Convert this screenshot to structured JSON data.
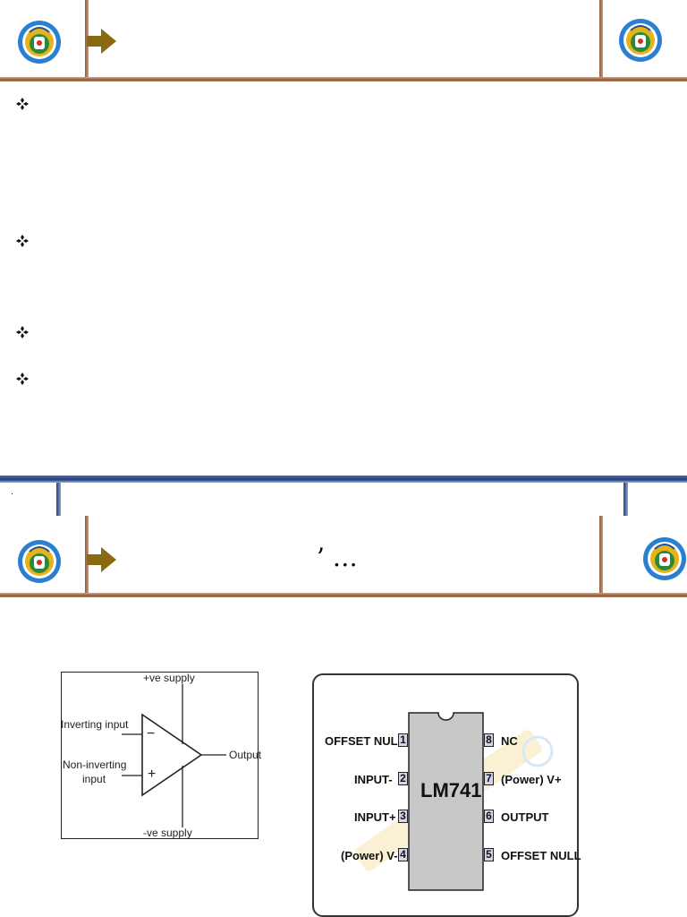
{
  "slide2": {
    "title": "’ …"
  },
  "footer": {
    "dot": "."
  },
  "opamp": {
    "pos_supply": "+ve supply",
    "neg_supply": "-ve supply",
    "inverting": "Inverting input",
    "non_inverting_line1": "Non-inverting",
    "non_inverting_line2": "input",
    "output": "Output",
    "minus": "−",
    "plus": "+"
  },
  "ic": {
    "name": "LM741",
    "pins_left": [
      {
        "num": "1",
        "label": "OFFSET NULL"
      },
      {
        "num": "2",
        "label": "INPUT-"
      },
      {
        "num": "3",
        "label": "INPUT+"
      },
      {
        "num": "4",
        "label": "(Power) V-"
      }
    ],
    "pins_right": [
      {
        "num": "8",
        "label": "NC"
      },
      {
        "num": "7",
        "label": "(Power) V+"
      },
      {
        "num": "6",
        "label": "OUTPUT"
      },
      {
        "num": "5",
        "label": "OFFSET NULL"
      }
    ]
  }
}
